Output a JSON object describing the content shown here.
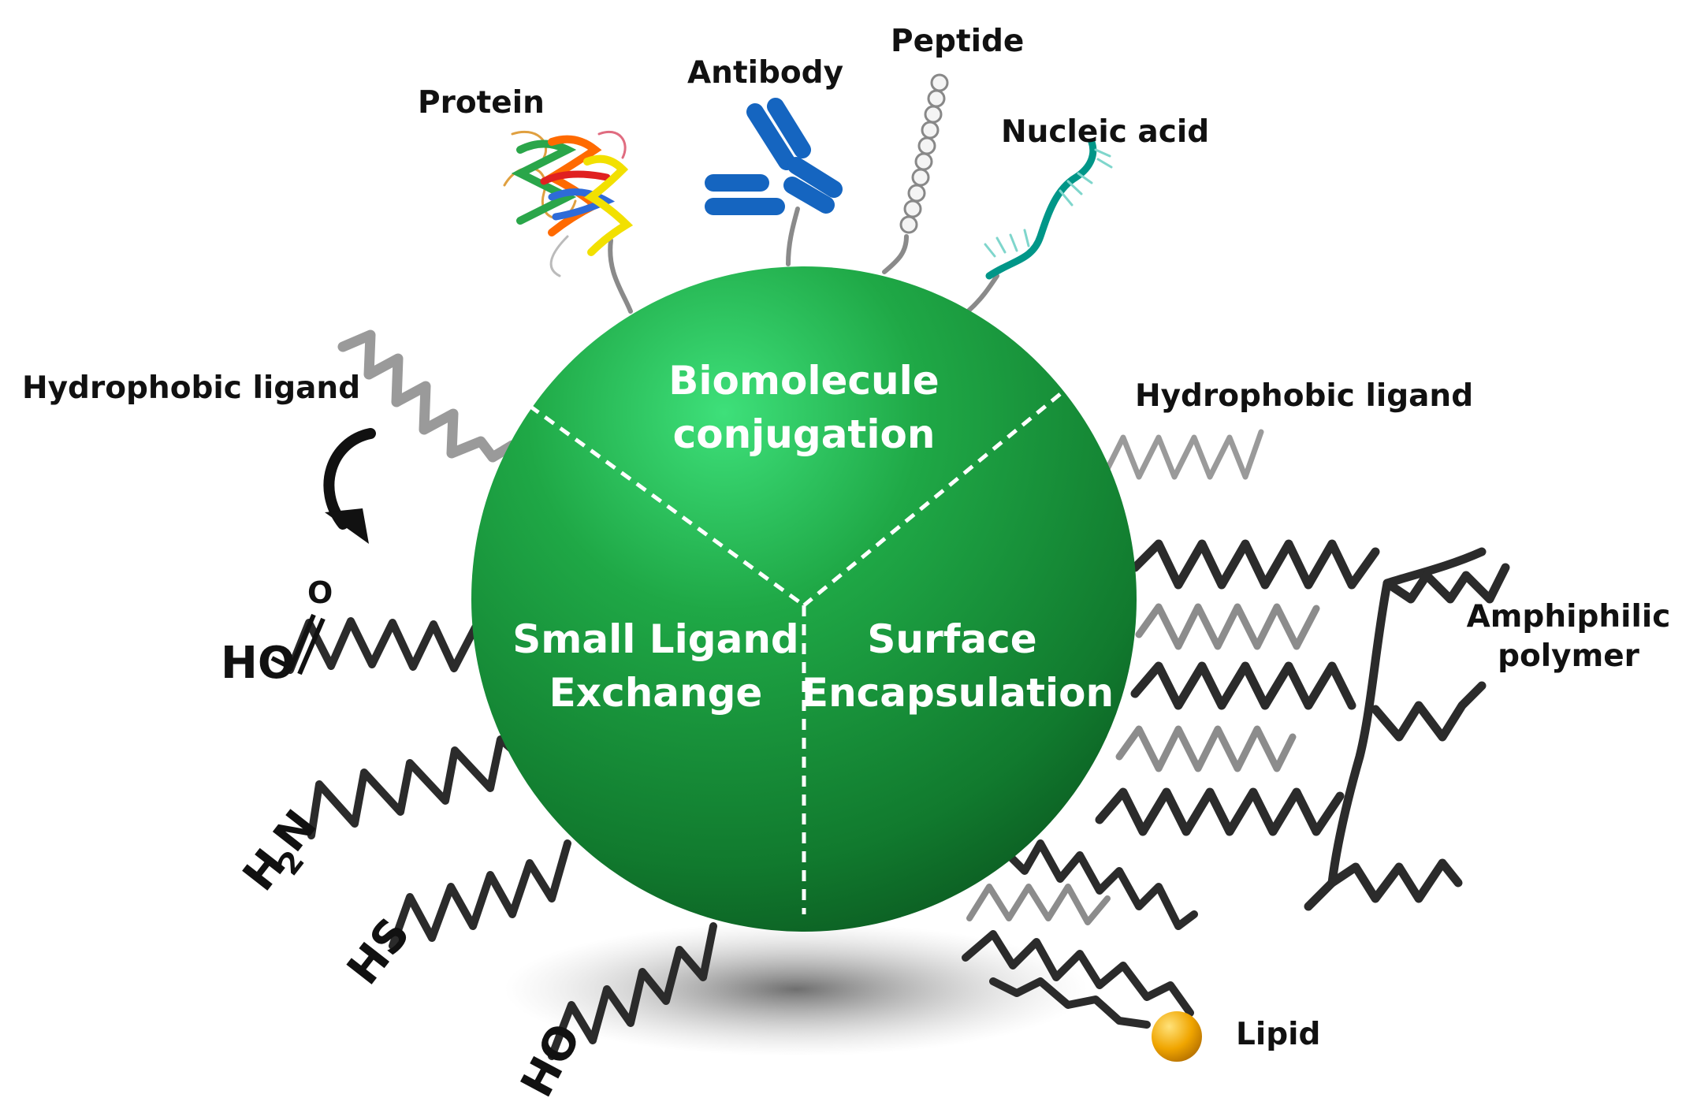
{
  "sphere_sections": {
    "top": [
      "Biomolecule",
      "conjugation"
    ],
    "left": [
      "Small Ligand",
      "Exchange"
    ],
    "right": [
      "Surface",
      "Encapsulation"
    ]
  },
  "labels": {
    "protein": "Protein",
    "antibody": "Antibody",
    "peptide": "Peptide",
    "nucleic_acid": "Nucleic acid",
    "hydrophobic_left": "Hydrophobic ligand",
    "hydrophobic_right": "Hydrophobic ligand",
    "amphiphilic": [
      "Amphiphilic",
      "polymer"
    ],
    "lipid": "Lipid"
  },
  "end_groups": {
    "carboxyl_ho": "HO",
    "carboxyl_o": "O",
    "amine": "H",
    "amine_sub": "2",
    "amine_n": "N",
    "thiol": "HS",
    "hydroxyl": "HO"
  },
  "colors": {
    "sphere": "#1f9a3f",
    "antibody": "#1565c0",
    "nucleic_acid": "#009688",
    "lipid": "#f0a500",
    "chain_dark": "#2b2b2b",
    "chain_grey": "#8c8c8c"
  }
}
